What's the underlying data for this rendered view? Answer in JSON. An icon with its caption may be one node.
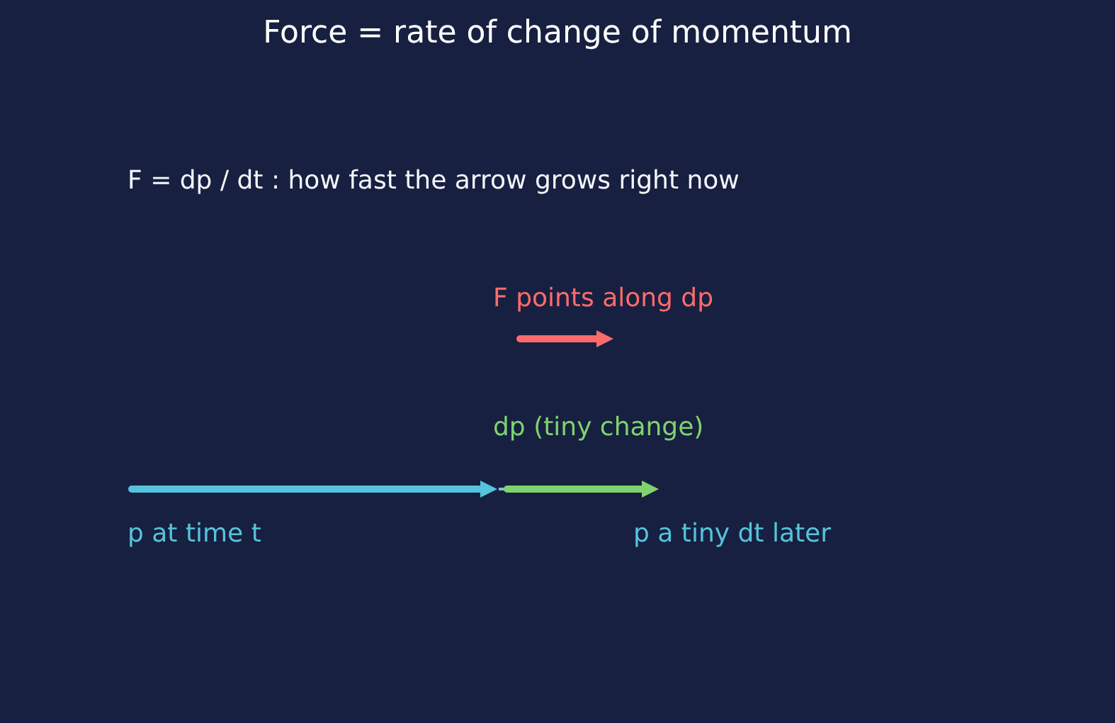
{
  "diagram": {
    "title": "Force = rate of change of momentum",
    "labels": [
      "F = dp / dt : how fast the arrow grows right now",
      "F points along dp",
      "dp (tiny change)",
      "p at time t",
      "p a tiny dt later"
    ]
  }
}
